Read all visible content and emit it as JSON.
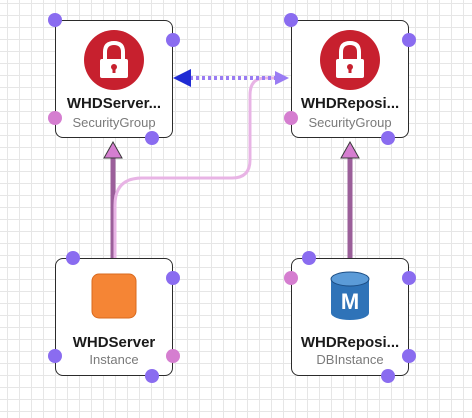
{
  "diagram": {
    "nodes": [
      {
        "id": "whdserver-sg",
        "title": "WHDServer...",
        "type": "SecurityGroup",
        "icon": "lock-icon"
      },
      {
        "id": "whdrepository-sg",
        "title": "WHDReposi...",
        "type": "SecurityGroup",
        "icon": "lock-icon"
      },
      {
        "id": "whdserver-instance",
        "title": "WHDServer",
        "type": "Instance",
        "icon": "instance-icon"
      },
      {
        "id": "whdrepository-db",
        "title": "WHDReposi...",
        "type": "DBInstance",
        "icon": "database-icon",
        "icon_letter": "M"
      }
    ],
    "colors": {
      "security_red": "#c7202e",
      "instance_orange": "#f58535",
      "db_blue": "#2f73b8",
      "port_purple": "#8a6cf0",
      "port_pink": "#d57ed0",
      "edge_mauve": "#9b5f9a",
      "edge_light_pink": "#e8b4e5",
      "edge_dotted_purple": "#9a7cf3",
      "arrow_blue": "#1f2bd4"
    }
  }
}
